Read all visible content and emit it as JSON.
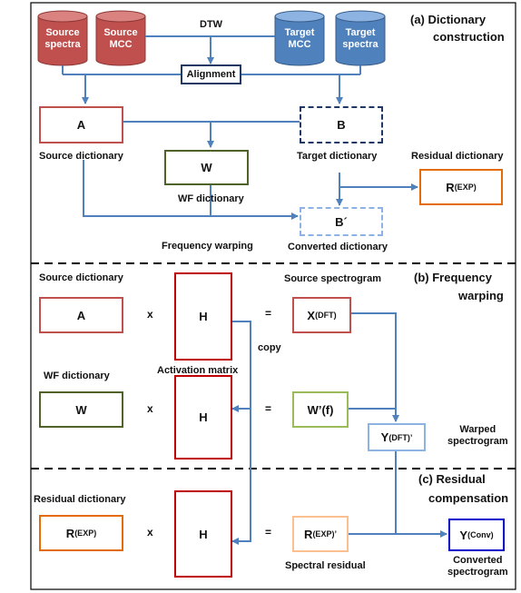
{
  "sections": {
    "a_title": "(a)  Dictionary",
    "a_title2": "construction",
    "b_title": "(b)  Frequency",
    "b_title2": "warping",
    "c_title": "(c)  Residual",
    "c_title2": "compensation"
  },
  "cylinders": {
    "source_spectra": [
      "Source",
      "spectra"
    ],
    "source_mcc": [
      "Source",
      "MCC"
    ],
    "target_mcc": [
      "Target",
      "MCC"
    ],
    "target_spectra": [
      "Target",
      "spectra"
    ]
  },
  "dtw": "DTW",
  "alignment": "Alignment",
  "boxes": {
    "A": "A",
    "B": "B",
    "W": "W",
    "B_prime": "B´",
    "R": "R",
    "R_sup": "(EXP)",
    "H": "H",
    "X": "X",
    "X_sup": "(DFT)",
    "Wf": "W’(f)",
    "Y": "Y",
    "Y_sup": "(DFT)’",
    "R2_sup": "(EXP)’",
    "Yconv": "Y",
    "Yconv_sup": "(Conv)"
  },
  "labels": {
    "source_dictionary": "Source dictionary",
    "target_dictionary": "Target dictionary",
    "residual_dictionary": "Residual dictionary",
    "wf_dictionary": "WF dictionary",
    "frequency_warping": "Frequency warping",
    "converted_dictionary": "Converted dictionary",
    "source_spectrogram": "Source spectrogram",
    "activation_matrix": "Activation matrix",
    "copy": "copy",
    "warped_spectrogram": [
      "Warped",
      "spectrogram"
    ],
    "spectral_residual": "Spectral residual",
    "converted_spectrogram": [
      "Converted",
      "spectrogram"
    ],
    "x": "x",
    "eq": "="
  },
  "colors": {
    "red_cyl": "#c0504d",
    "blue_cyl": "#4f81bd",
    "arrow": "#4f81bd",
    "red_box": "#c0504d",
    "green_box": "#4f6228",
    "navy_box": "#1f3864",
    "orange_box": "#e36c09",
    "peach_box": "#fac090",
    "dark_red_box": "#c00000",
    "light_blue_box": "#8db3e2",
    "conv_box": "#0000cc"
  }
}
